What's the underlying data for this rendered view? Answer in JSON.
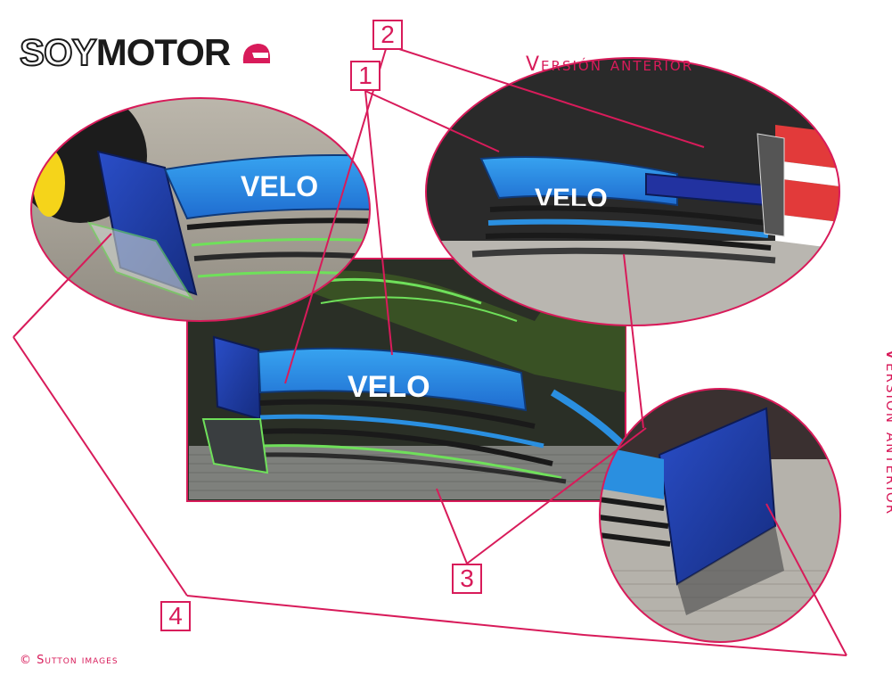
{
  "branding": {
    "logo_soy": "SOY",
    "logo_motor": "MOTOR"
  },
  "captions": {
    "top_right": "Versión anterior",
    "right_vertical": "Versión anterior"
  },
  "callouts": [
    "1",
    "2",
    "3",
    "4"
  ],
  "photo_labels": {
    "wing_text": "VELO"
  },
  "credit": "© Sutton images",
  "colors": {
    "accent": "#d81b5a",
    "wing_blue": "#2a8fe0",
    "endplate_blue": "#1d3fb0",
    "green_highlight": "#6fe05a"
  }
}
